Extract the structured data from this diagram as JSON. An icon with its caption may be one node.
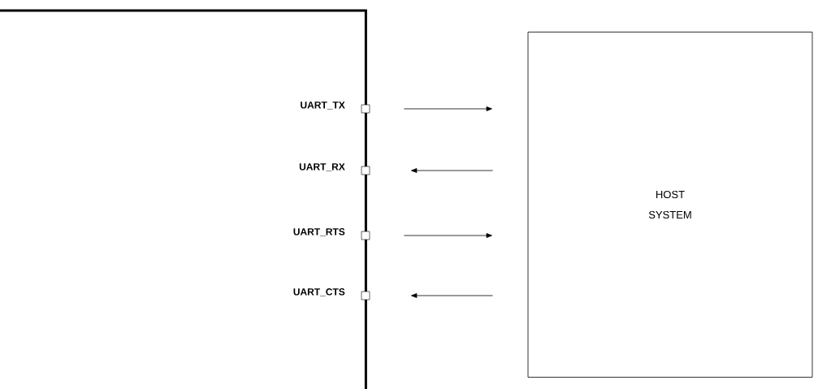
{
  "diagram": {
    "nodes": [
      {
        "text": [],
        "shape": "box"
      },
      {
        "text": [],
        "shape": "box"
      },
      {
        "text": [],
        "shape": "box"
      },
      {
        "text": [],
        "shape": "box"
      },
      {
        "text": [],
        "shape": "box"
      },
      {
        "text": [
          "HOST SYSTEM"
        ]
      }
    ],
    "edges": [
      {
        "from": 1,
        "to": 5,
        "arrow": "to"
      },
      {
        "from": 5,
        "to": 2,
        "arrow": "to"
      },
      {
        "from": 3,
        "to": 5,
        "arrow": "to"
      },
      {
        "from": 5,
        "to": 4,
        "arrow": "to"
      }
    ],
    "labels": [
      "UART_TX",
      "UART_RX",
      "UART_RTS",
      "UART_CTS"
    ]
  }
}
